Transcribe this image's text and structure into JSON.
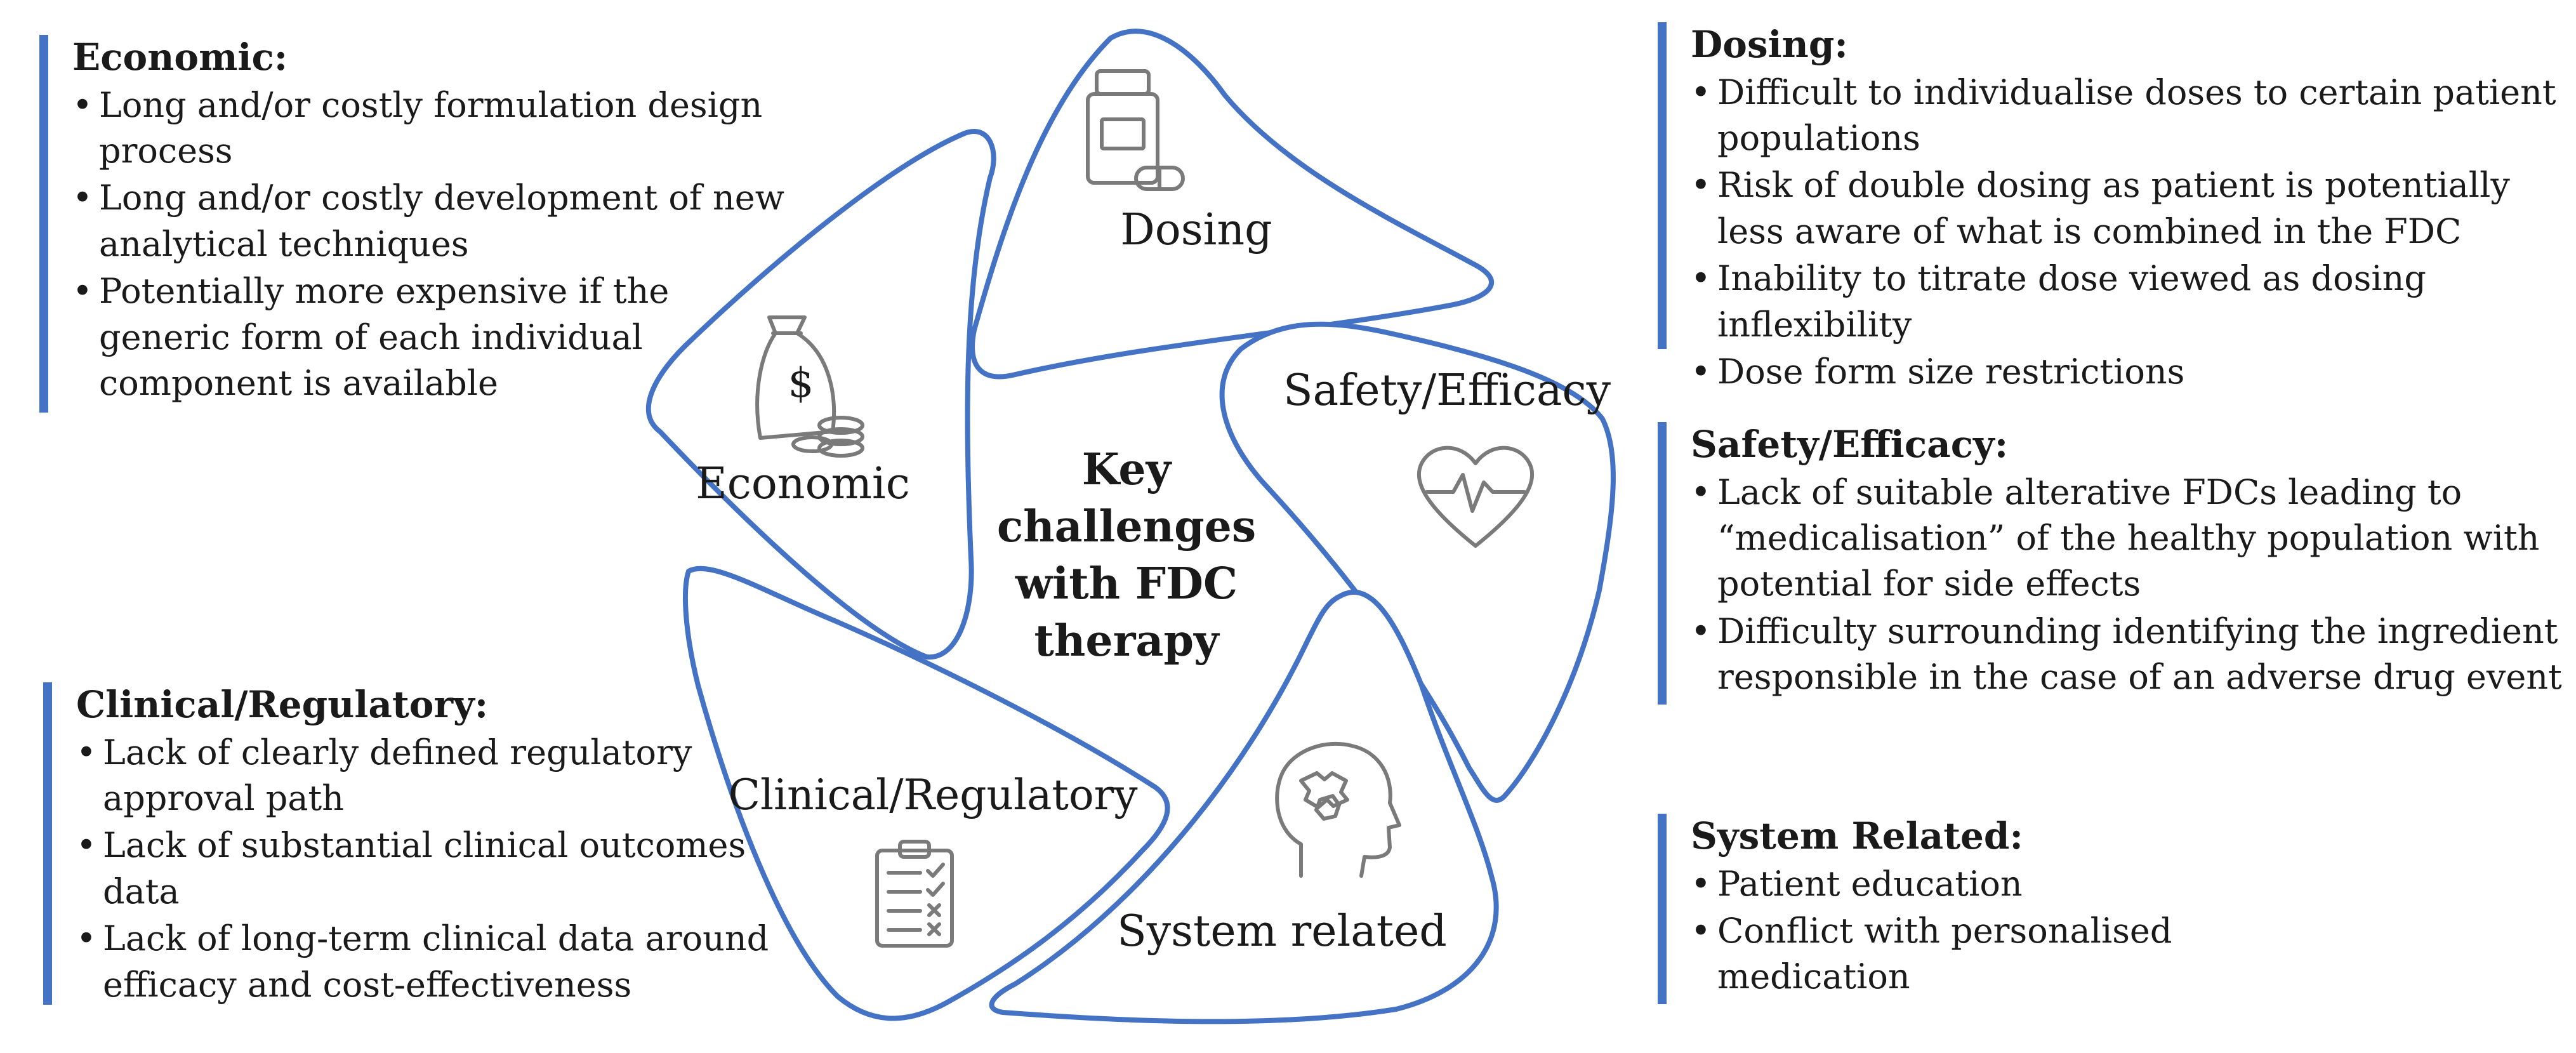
{
  "center": {
    "lines": [
      "Key",
      "challenges",
      "with FDC",
      "therapy"
    ]
  },
  "petals": {
    "dosing": "Dosing",
    "safety": "Safety/Efficacy",
    "system": "System related",
    "clinical": "Clinical/Regulatory",
    "economic": "Economic"
  },
  "icons": {
    "dosing": "pill-bottle-icon",
    "safety": "heartbeat-icon",
    "system": "head-puzzle-icon",
    "clinical": "checklist-clipboard-icon",
    "economic": "money-bag-icon"
  },
  "panels": {
    "economic": {
      "title": "Economic:",
      "items": [
        "Long and/or costly formulation design process",
        "Long and/or costly development of new analytical techniques",
        "Potentially more expensive if the generic form of each individual component is available"
      ]
    },
    "clinical": {
      "title": "Clinical/Regulatory:",
      "items": [
        "Lack of clearly defined regulatory approval path",
        "Lack of substantial clinical outcomes data",
        "Lack of long-term clinical data around efficacy and cost-effectiveness"
      ]
    },
    "dosing": {
      "title": "Dosing:",
      "items": [
        "Difficult to individualise doses to certain patient populations",
        "Risk of double dosing as patient is potentially less aware of what is combined in the FDC",
        "Inability to titrate dose viewed as dosing inflexibility",
        "Dose form size restrictions"
      ]
    },
    "safety": {
      "title": "Safety/Efficacy:",
      "items": [
        "Lack of suitable alterative FDCs leading to “medicalisation” of the healthy population with potential for side effects",
        "Difficulty surrounding identifying the ingredient responsible in the case of an adverse drug event"
      ]
    },
    "system": {
      "title": "System Related:",
      "items": [
        "Patient education",
        "Conflict with personalised medication"
      ]
    }
  },
  "colors": {
    "accent": "#4472c4",
    "icon": "#7a7a7a",
    "text": "#1a1a1a"
  }
}
